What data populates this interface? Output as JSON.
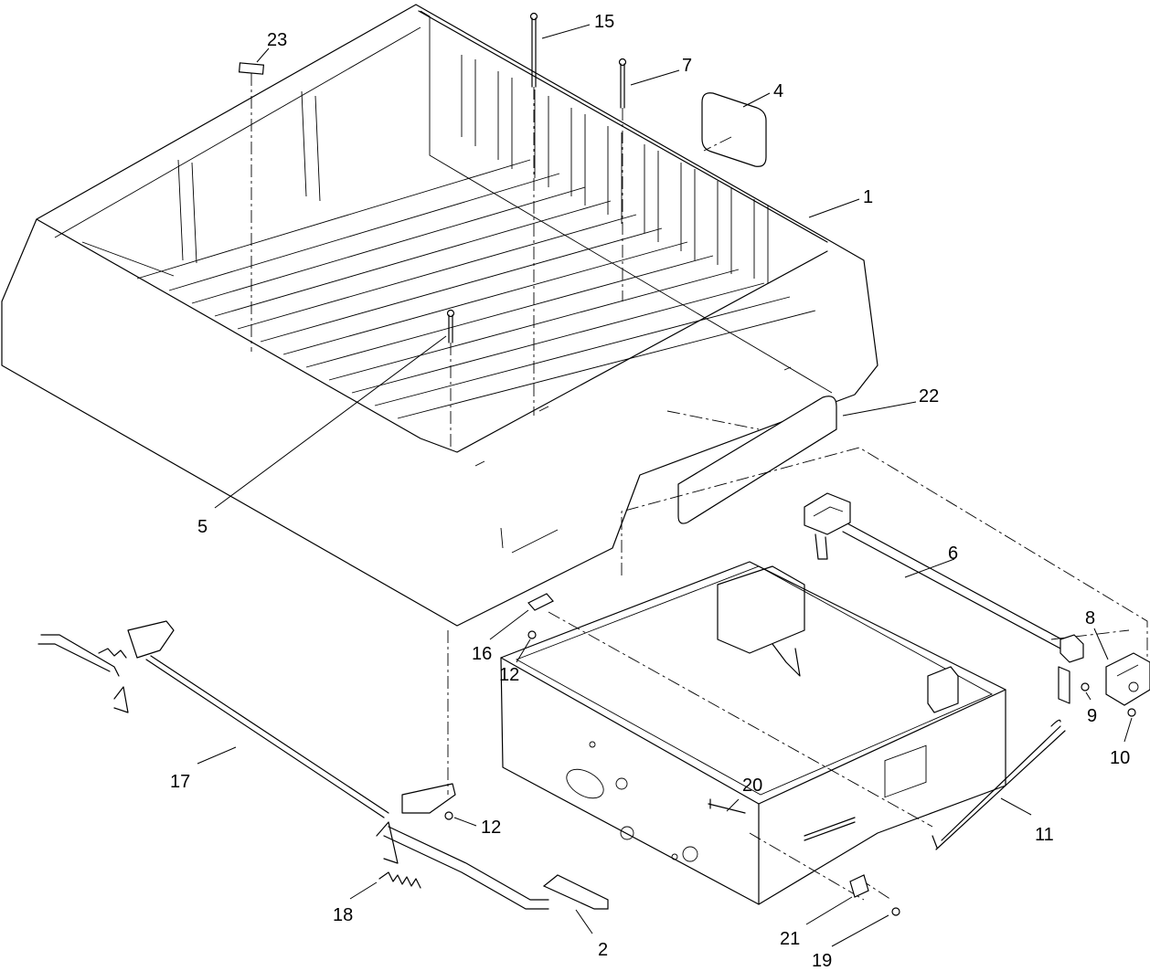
{
  "callouts": [
    "1",
    "2",
    "4",
    "5",
    "6",
    "7",
    "8",
    "9",
    "10",
    "11",
    "12",
    "12",
    "15",
    "16",
    "17",
    "18",
    "19",
    "20",
    "21",
    "22",
    "23"
  ]
}
